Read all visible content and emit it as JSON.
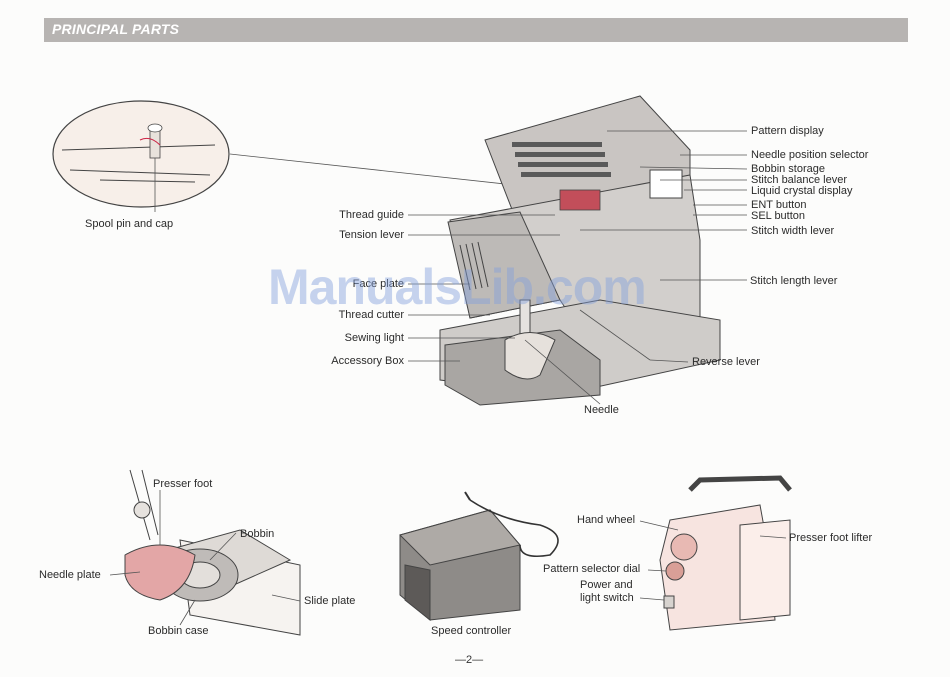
{
  "header": {
    "title": "PRINCIPAL PARTS"
  },
  "labels": {
    "spool_pin_and_cap": "Spool pin and cap",
    "pattern_display": "Pattern display",
    "needle_position_selector": "Needle position selector",
    "bobbin_storage": "Bobbin storage",
    "stitch_balance_lever": "Stitch balance lever",
    "liquid_crystal_display": "Liquid crystal display",
    "ent_button": "ENT button",
    "sel_button": "SEL button",
    "stitch_width_lever": "Stitch width lever",
    "stitch_length_lever": "Stitch length lever",
    "reverse_lever": "Reverse lever",
    "needle": "Needle",
    "thread_guide": "Thread guide",
    "tension_lever": "Tension lever",
    "face_plate": "Face plate",
    "thread_cutter": "Thread cutter",
    "sewing_light": "Sewing light",
    "accessory_box": "Accessory Box",
    "presser_foot": "Presser foot",
    "bobbin": "Bobbin",
    "needle_plate": "Needle plate",
    "slide_plate": "Slide plate",
    "bobbin_case": "Bobbin case",
    "speed_controller": "Speed controller",
    "hand_wheel": "Hand wheel",
    "pattern_selector_dial": "Pattern selector dial",
    "power_and_light_switch_1": "Power and",
    "power_and_light_switch_2": "light switch",
    "presser_foot_lifter": "Presser foot lifter"
  },
  "watermark": "ManualsLib.com",
  "page_number": "—2—"
}
